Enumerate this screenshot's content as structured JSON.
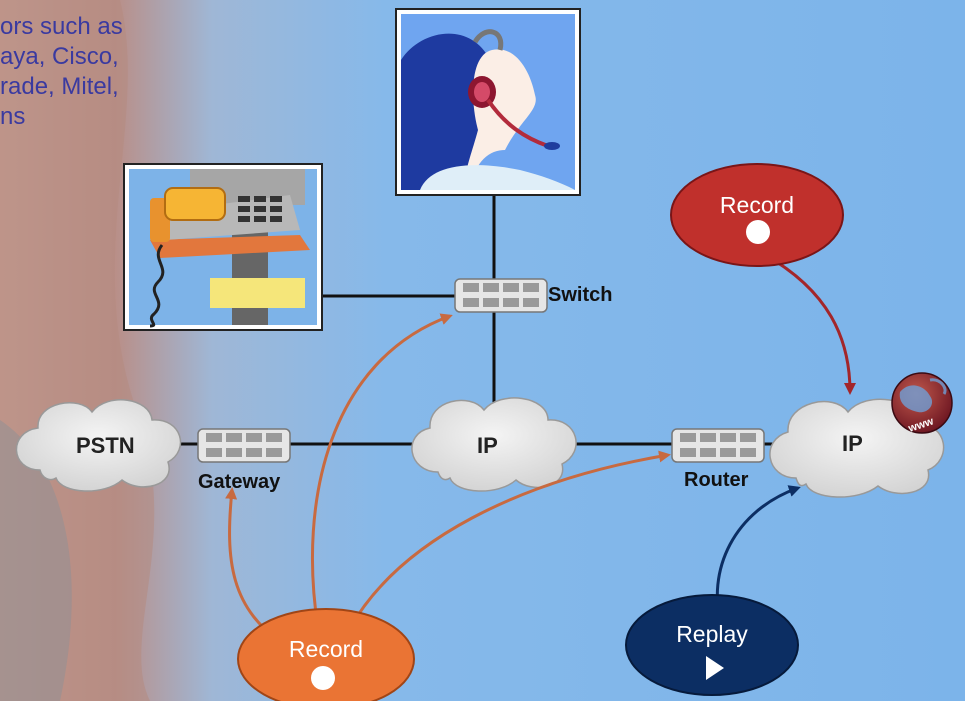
{
  "intro_text": {
    "lines": [
      "ors such as",
      "aya, Cisco,",
      "rade, Mitel,",
      "ns"
    ],
    "color": "#3a3aa0"
  },
  "nodes": {
    "pstn_cloud": "PSTN",
    "ip_cloud_center": "IP",
    "ip_cloud_right": "IP",
    "gateway": "Gateway",
    "switch": "Switch",
    "router": "Router"
  },
  "bubbles": {
    "record_top": {
      "label": "Record",
      "color": "#c0302c"
    },
    "record_bottom": {
      "label": "Record",
      "color": "#ea7434"
    },
    "replay": {
      "label": "Replay",
      "color": "#0c2e63"
    }
  },
  "icons": [
    "agent-headset-icon",
    "desk-phone-icon",
    "globe-www-icon"
  ],
  "globe_text": "www",
  "colors": {
    "background": "#7fb6ea",
    "arrow_orange": "#c86a40",
    "arrow_red": "#a3262a",
    "arrow_navy": "#0c2e63",
    "cloud": "#e4e4e4"
  }
}
